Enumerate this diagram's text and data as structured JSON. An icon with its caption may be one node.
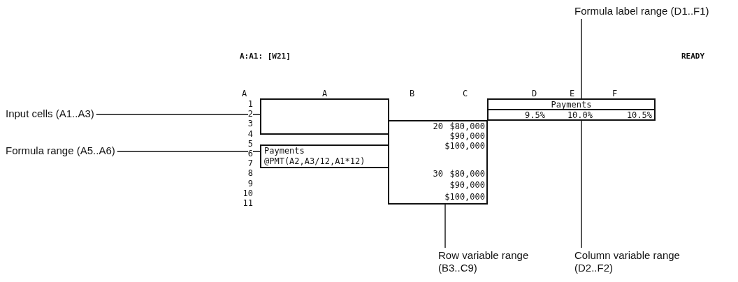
{
  "diagram": {
    "nodes": [
      {
        "text": [
          "Input cells (A1..A3)"
        ]
      },
      {
        "text": [],
        "shape": "box"
      },
      {
        "text": [
          "Formula range (A5..A6)"
        ]
      },
      {
        "text": [
          "Payments",
          "@PMT(A2,A3/12,A1*12)"
        ]
      },
      {
        "text": [
          "20",
          "$80,000",
          "$90,000",
          "$100,000",
          "30",
          "$80,000",
          "$90,000",
          "$100,000"
        ]
      },
      {
        "text": [
          "Row variable range (B3..C9)"
        ]
      },
      {
        "text": [
          "Payments"
        ]
      },
      {
        "text": [
          "9.5%",
          "10.0%",
          "10.5%"
        ]
      },
      {
        "text": [
          "Formula label range (D1..F1)"
        ]
      },
      {
        "text": [
          "Column variable range (D2..F2)"
        ]
      }
    ],
    "edges": [
      {
        "from": 0,
        "to": 1,
        "arrow": "none"
      },
      {
        "from": 2,
        "to": 3,
        "arrow": "none"
      },
      {
        "from": 5,
        "to": 4,
        "arrow": "none"
      },
      {
        "from": 8,
        "to": 6,
        "arrow": "none"
      },
      {
        "from": 9,
        "to": 7,
        "arrow": "none"
      }
    ],
    "labels": [
      "A:A1: [W21]",
      "READY",
      "A",
      "A",
      "B",
      "C",
      "D",
      "E",
      "F",
      "1",
      "2",
      "3",
      "4",
      "5",
      "6",
      "7",
      "8",
      "9",
      "10",
      "11"
    ]
  }
}
